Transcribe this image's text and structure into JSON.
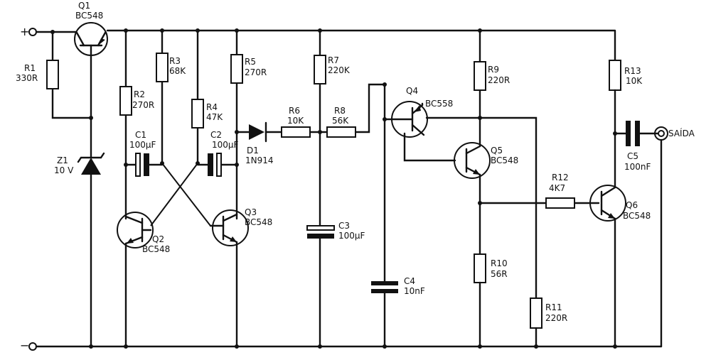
{
  "rails": {
    "positive": "+",
    "negative": "−"
  },
  "output_label": "SAÍDA",
  "components": {
    "R1": {
      "ref": "R1",
      "value": "330R"
    },
    "R2": {
      "ref": "R2",
      "value": "270R"
    },
    "R3": {
      "ref": "R3",
      "value": "68K"
    },
    "R4": {
      "ref": "R4",
      "value": "47K"
    },
    "R5": {
      "ref": "R5",
      "value": "270R"
    },
    "R6": {
      "ref": "R6",
      "value": "10K"
    },
    "R7": {
      "ref": "R7",
      "value": "220K"
    },
    "R8": {
      "ref": "R8",
      "value": "56K"
    },
    "R9": {
      "ref": "R9",
      "value": "220R"
    },
    "R10": {
      "ref": "R10",
      "value": "56R"
    },
    "R11": {
      "ref": "R11",
      "value": "220R"
    },
    "R12": {
      "ref": "R12",
      "value": "4K7"
    },
    "R13": {
      "ref": "R13",
      "value": "10K"
    },
    "C1": {
      "ref": "C1",
      "value": "100µF"
    },
    "C2": {
      "ref": "C2",
      "value": "100µF"
    },
    "C3": {
      "ref": "C3",
      "value": "100µF"
    },
    "C4": {
      "ref": "C4",
      "value": "10nF"
    },
    "C5": {
      "ref": "C5",
      "value": "100nF"
    },
    "Z1": {
      "ref": "Z1",
      "value": "10 V"
    },
    "D1": {
      "ref": "D1",
      "value": "1N914"
    },
    "Q1": {
      "ref": "Q1",
      "value": "BC548"
    },
    "Q2": {
      "ref": "Q2",
      "value": "BC548"
    },
    "Q3": {
      "ref": "Q3",
      "value": "BC548"
    },
    "Q4": {
      "ref": "Q4",
      "value": "BC558"
    },
    "Q5": {
      "ref": "Q5",
      "value": "BC548"
    },
    "Q6": {
      "ref": "Q6",
      "value": "BC548"
    }
  }
}
